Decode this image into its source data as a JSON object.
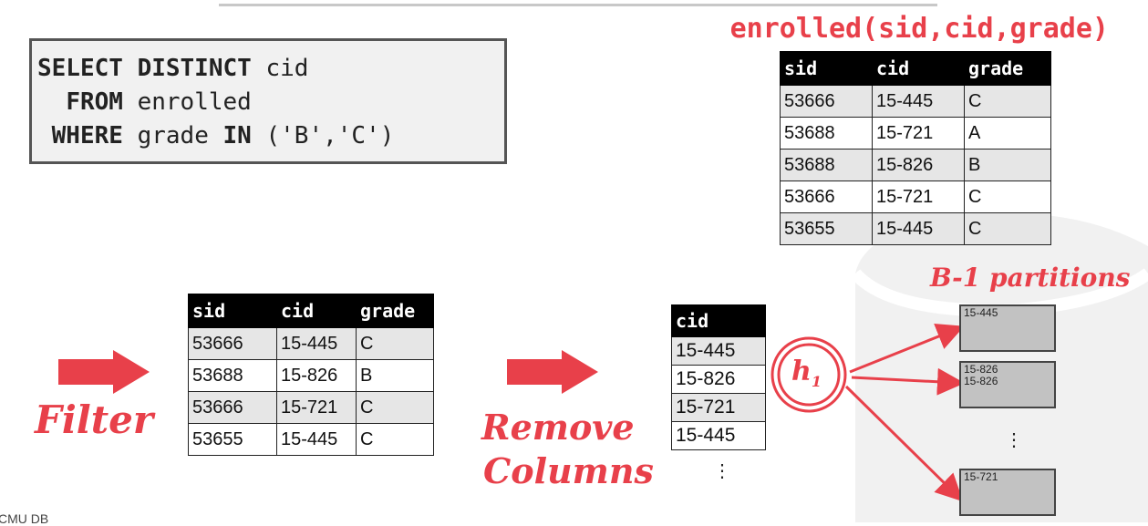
{
  "query": {
    "select_kw": "SELECT DISTINCT",
    "select_col": "cid",
    "from_kw": "FROM",
    "from_tbl": "enrolled",
    "where_kw": "WHERE",
    "where_col": "grade",
    "in_kw": "IN",
    "in_list": "('B','C')"
  },
  "relation_title": "enrolled(sid,cid,grade)",
  "enrolled": {
    "headers": [
      "sid",
      "cid",
      "grade"
    ],
    "rows": [
      [
        "53666",
        "15-445",
        "C"
      ],
      [
        "53688",
        "15-721",
        "A"
      ],
      [
        "53688",
        "15-826",
        "B"
      ],
      [
        "53666",
        "15-721",
        "C"
      ],
      [
        "53655",
        "15-445",
        "C"
      ]
    ]
  },
  "filtered": {
    "headers": [
      "sid",
      "cid",
      "grade"
    ],
    "rows": [
      [
        "53666",
        "15-445",
        "C"
      ],
      [
        "53688",
        "15-826",
        "B"
      ],
      [
        "53666",
        "15-721",
        "C"
      ],
      [
        "53655",
        "15-445",
        "C"
      ]
    ]
  },
  "projected": {
    "header": "cid",
    "rows": [
      "15-445",
      "15-826",
      "15-721",
      "15-445"
    ],
    "ellipsis": "⋮"
  },
  "labels": {
    "filter": "Filter",
    "remove_1": "Remove",
    "remove_2": "Columns",
    "partitions_title": "B-1 partitions",
    "hash": "h",
    "hash_sub": "1"
  },
  "partitions": [
    {
      "lines": [
        "15-445"
      ]
    },
    {
      "lines": [
        "15-826",
        "15-826"
      ]
    },
    {
      "lines": [
        "15-721"
      ]
    }
  ],
  "partition_ellipsis": "⋮",
  "footer": "CMU DB",
  "colors": {
    "accent": "#e8404a",
    "header_bg": "#000000",
    "row_alt": "#e6e6e6",
    "partition_fill": "#c2c2c2"
  }
}
